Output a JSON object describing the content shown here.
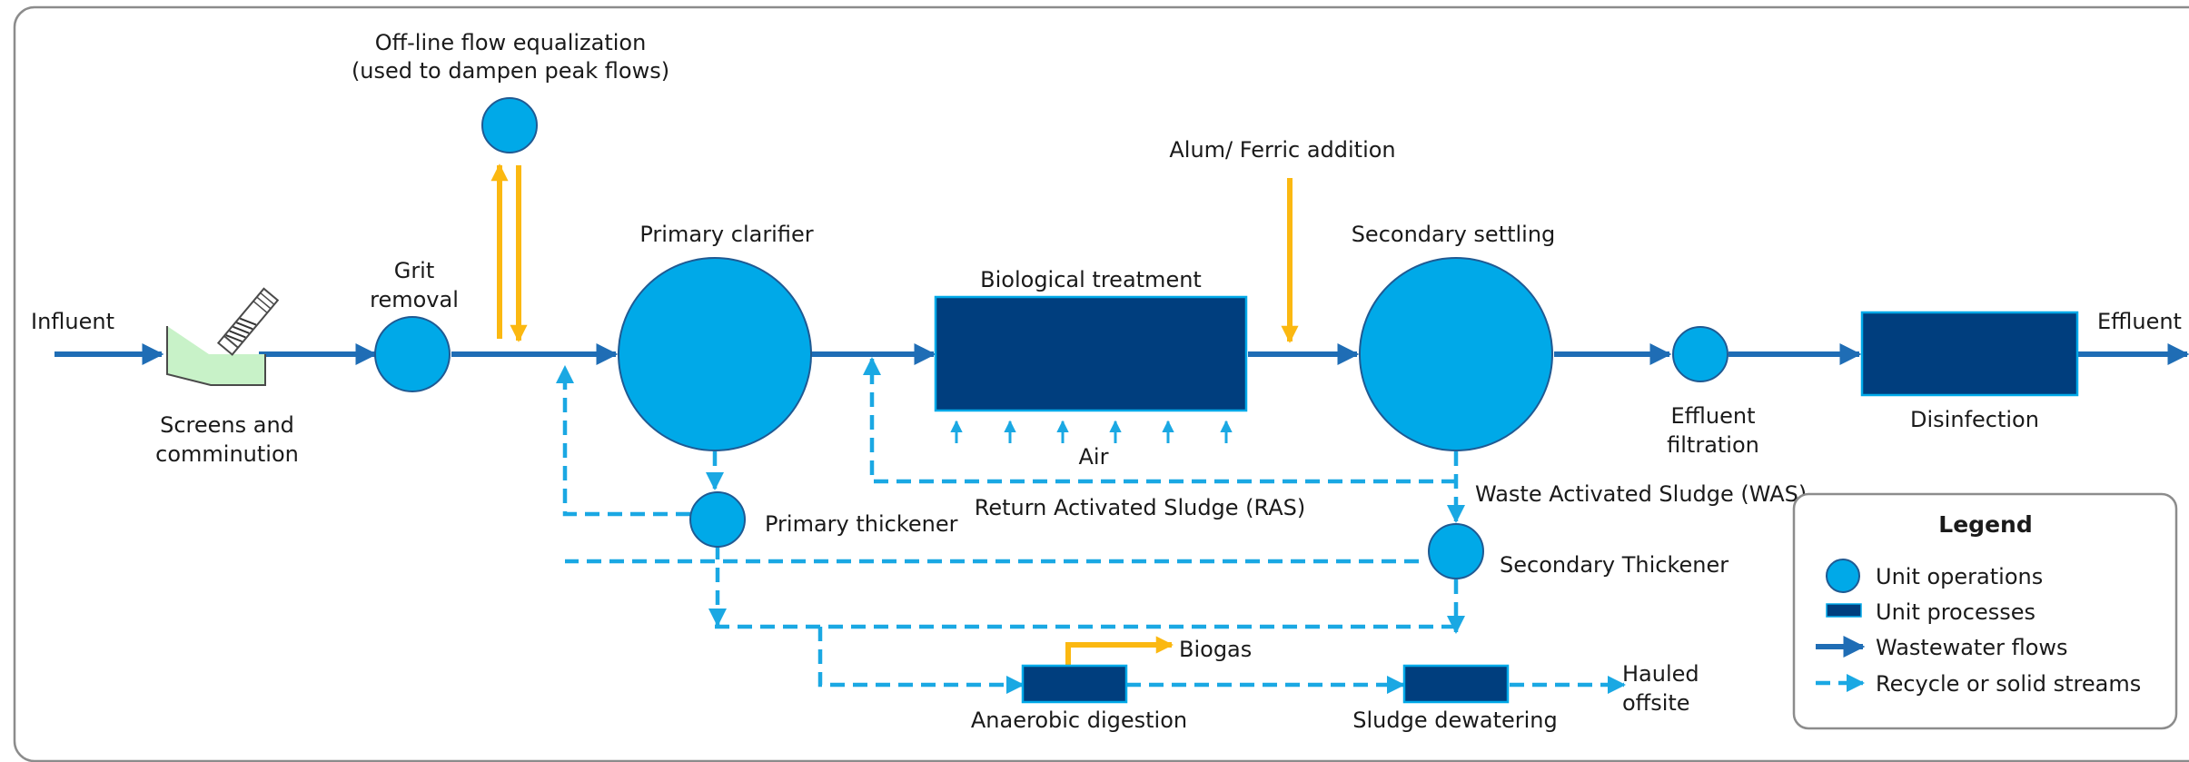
{
  "labels": {
    "influent": "Influent",
    "screens_1": "Screens and",
    "screens_2": "comminution",
    "grit_1": "Grit",
    "grit_2": "removal",
    "offline_1": "Off-line flow equalization",
    "offline_2": "(used to dampen peak flows)",
    "primary_clarifier": "Primary clarifier",
    "primary_thickener": "Primary thickener",
    "biological_treatment": "Biological treatment",
    "air": "Air",
    "ras": "Return Activated Sludge (RAS)",
    "alum": "Alum/ Ferric addition",
    "secondary_settling": "Secondary settling",
    "was": "Waste Activated Sludge (WAS)",
    "secondary_thickener": "Secondary Thickener",
    "effluent_filtration_1": "Effluent",
    "effluent_filtration_2": "filtration",
    "disinfection": "Disinfection",
    "effluent": "Effluent",
    "biogas": "Biogas",
    "anaerobic_digestion": "Anaerobic digestion",
    "sludge_dewatering": "Sludge dewatering",
    "hauled_1": "Hauled",
    "hauled_2": "offsite"
  },
  "legend": {
    "title": "Legend",
    "unit_operations": "Unit operations",
    "unit_processes": "Unit processes",
    "wastewater_flows": "Wastewater flows",
    "recycle": "Recycle or solid streams"
  },
  "colors": {
    "unit_operation": "#00a9e8",
    "unit_process": "#003e7e",
    "wastewater_flow": "#1f6db5",
    "recycle_stream": "#1aa8e3",
    "chemical_feed": "#fbb811",
    "screen_basin": "#c8f2c8"
  }
}
